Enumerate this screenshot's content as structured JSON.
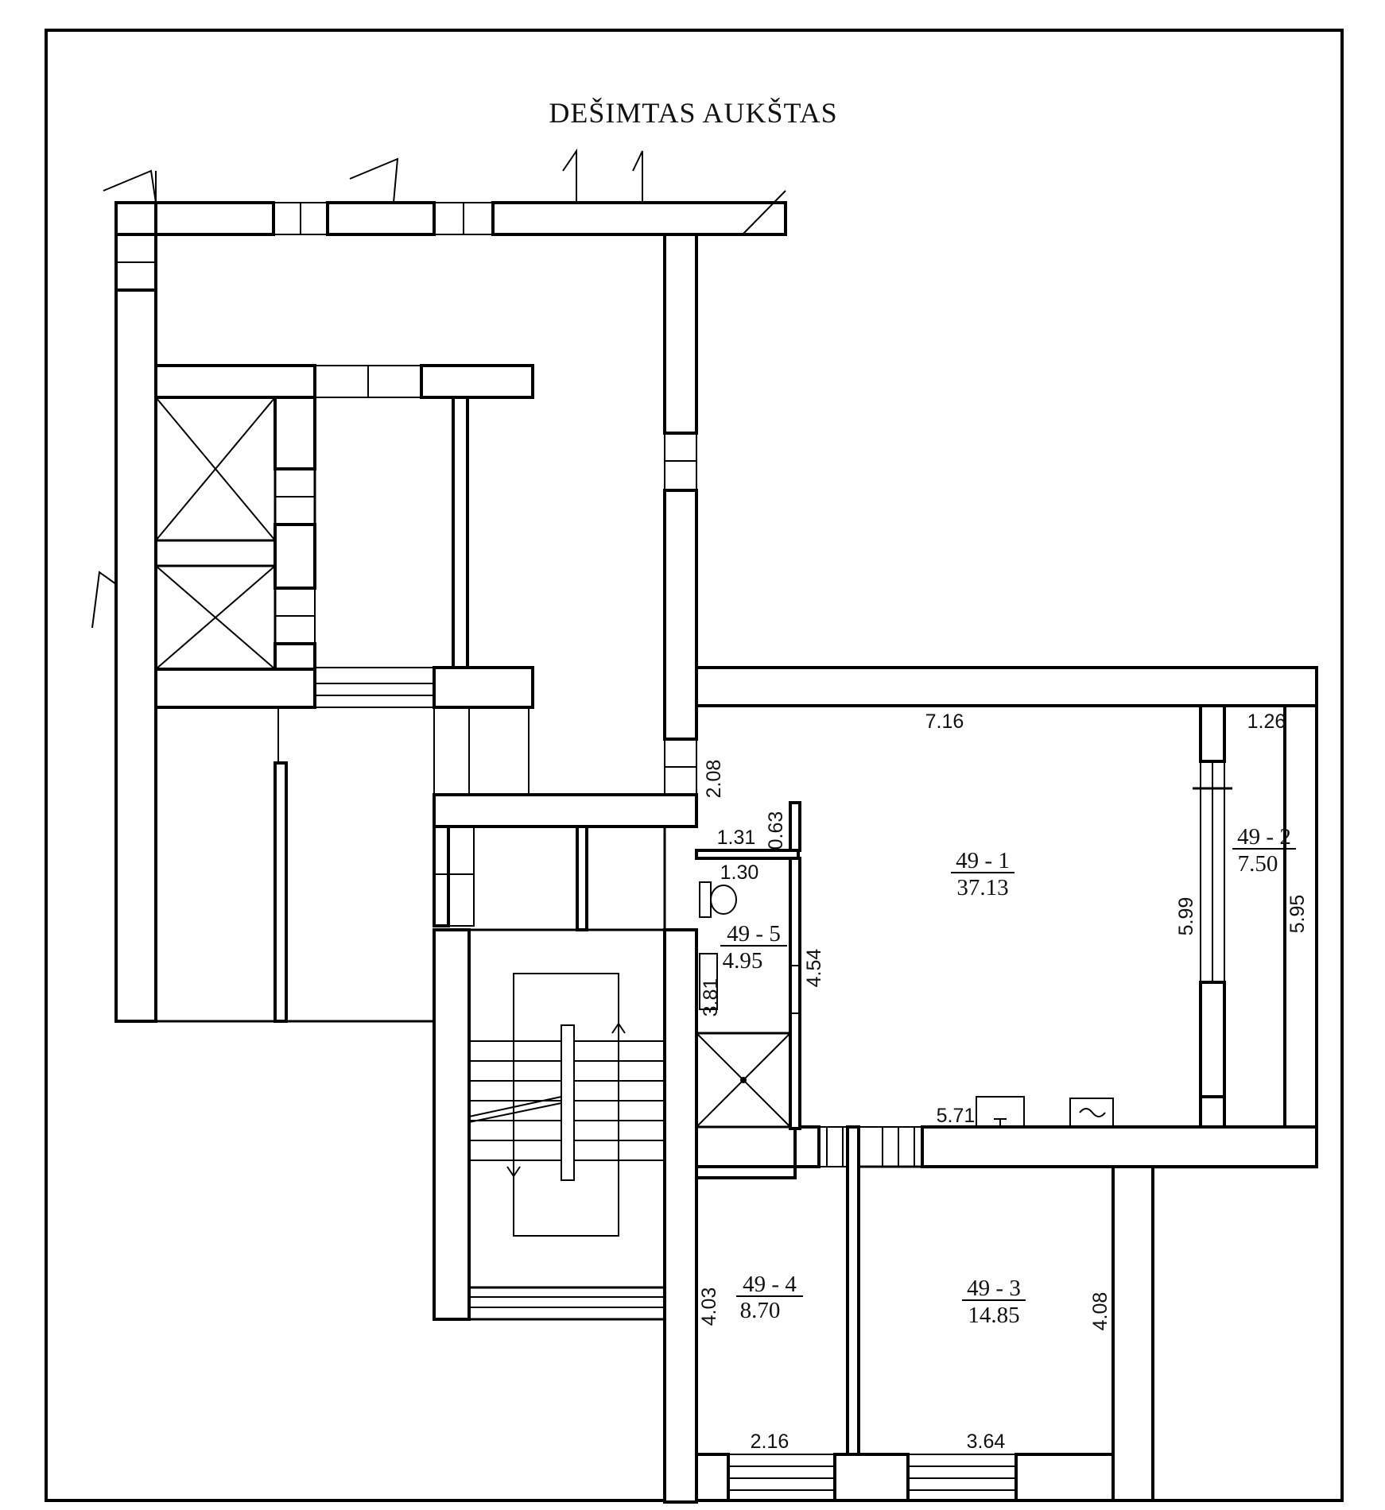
{
  "plan": {
    "title": "DEŠIMTAS AUKŠTAS",
    "dimensions": {
      "d_7_16": "7.16",
      "d_1_26": "1.26",
      "d_2_08": "2.08",
      "d_0_63": "0.63",
      "d_1_31": "1.31",
      "d_1_30": "1.30",
      "d_4_54": "4.54",
      "d_3_81": "3.81",
      "d_5_99": "5.99",
      "d_5_95": "5.95",
      "d_5_71": "5.71",
      "d_4_03": "4.03",
      "d_4_08": "4.08",
      "d_2_16": "2.16",
      "d_3_64": "3.64"
    },
    "rooms": [
      {
        "id": "49 - 1",
        "area": "37.13"
      },
      {
        "id": "49 - 2",
        "area": "7.50"
      },
      {
        "id": "49 - 3",
        "area": "14.85"
      },
      {
        "id": "49 - 4",
        "area": "8.70"
      },
      {
        "id": "49 - 5",
        "area": "4.95"
      }
    ]
  }
}
